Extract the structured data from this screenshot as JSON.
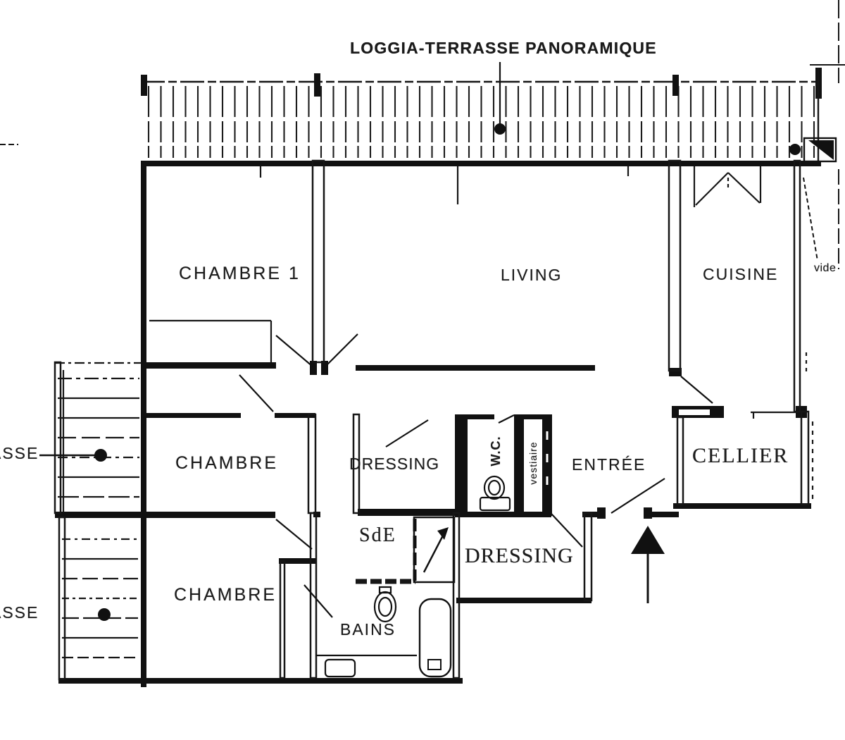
{
  "colors": {
    "ink": "#1a1a1a",
    "paper": "#ffffff"
  },
  "title": {
    "text": "LOGGIA-TERRASSE PANORAMIQUE"
  },
  "rooms": {
    "chambre1": "CHAMBRE 1",
    "living": "LIVING",
    "cuisine": "CUISINE",
    "chambre_middle": "CHAMBRE",
    "dressing_middle": "DRESSING",
    "wc": "W.C.",
    "vestiaire": "vestiaire",
    "entree": "ENTRÉE",
    "cellier": "CELLIER",
    "sde": "SdE",
    "dressing_lower": "DRESSING",
    "chambre_lower": "CHAMBRE",
    "bains": "BAINS"
  },
  "annotations": {
    "vide": "vide",
    "terrasse_middle": "ASSE",
    "terrasse_lower": "ASSE"
  }
}
